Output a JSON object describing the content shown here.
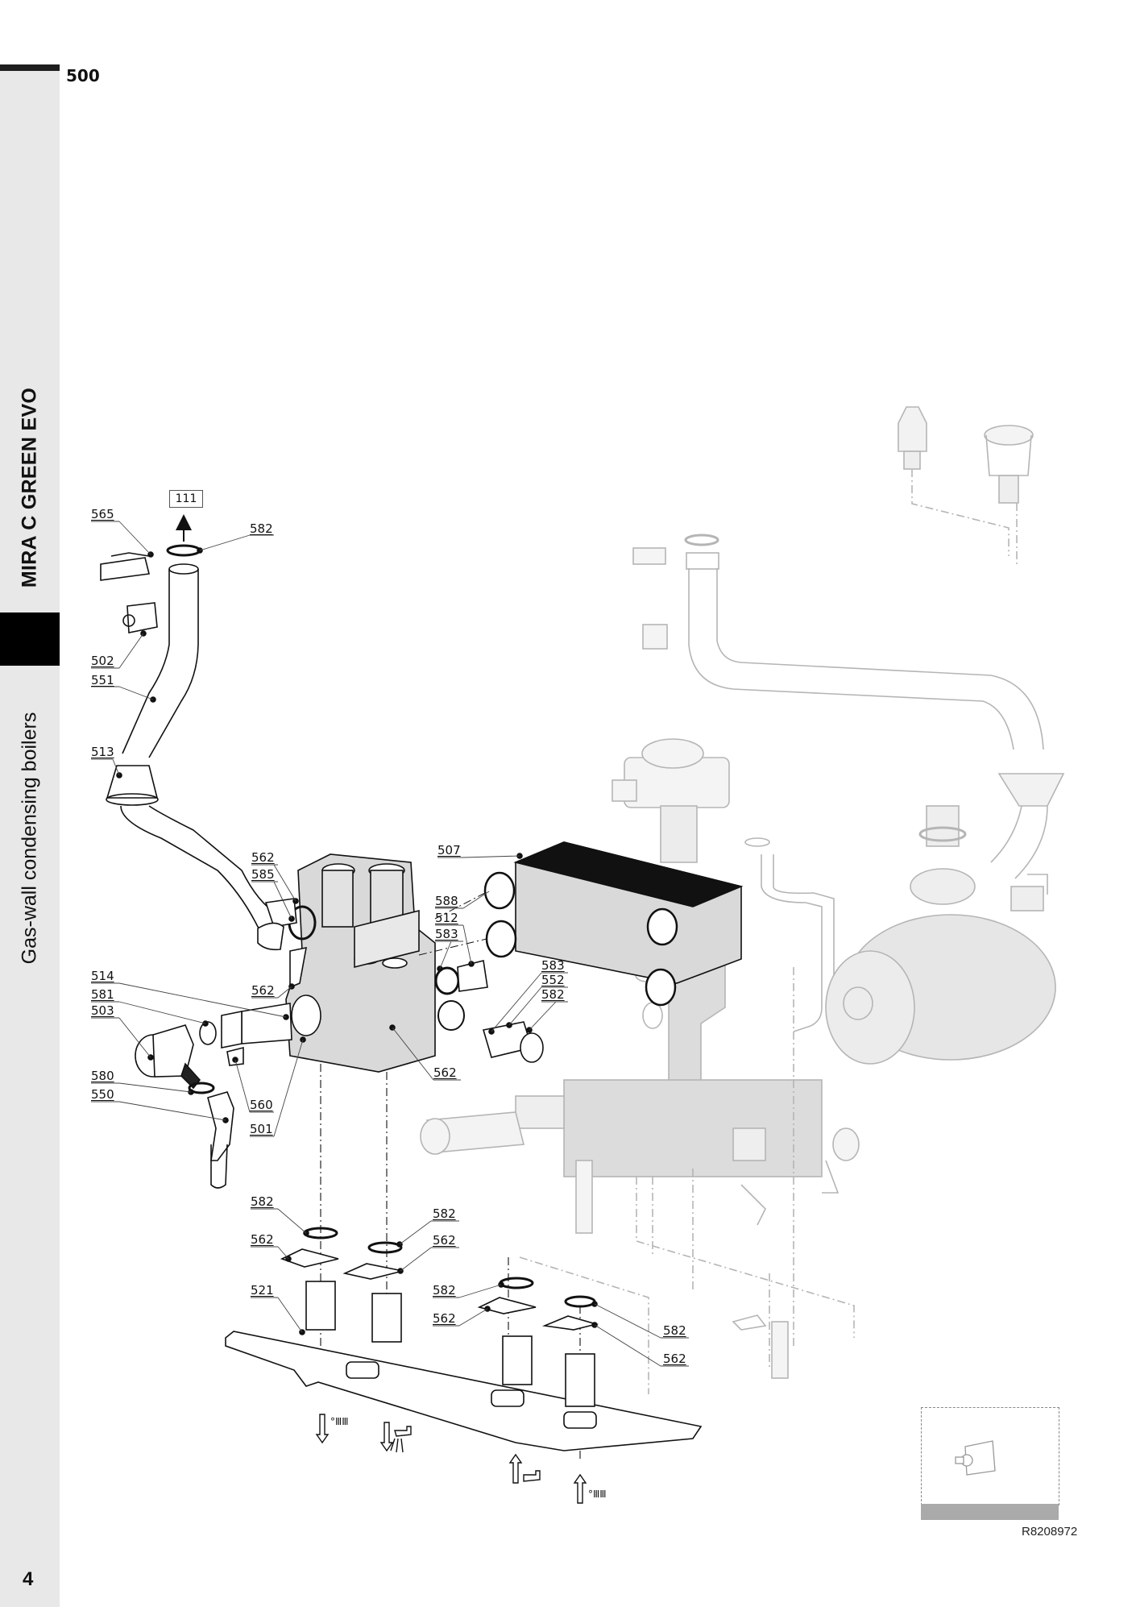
{
  "page": {
    "section_number": "500",
    "side_title": "MIRA C GREEN EVO",
    "side_subtitle": "Gas-wall condensing boilers",
    "page_number": "4",
    "reference_code": "R8208972",
    "ref_box_label": "111"
  },
  "colors": {
    "sidebar": "#e8e8e8",
    "block": "#000000",
    "part_fill": "#d9d9d9",
    "ghost_line": "#b5b5b5",
    "inset_bar": "#aaaaaa"
  },
  "callouts": [
    {
      "id": "c565",
      "text": "565"
    },
    {
      "id": "c582a",
      "text": "582"
    },
    {
      "id": "c502",
      "text": "502"
    },
    {
      "id": "c551",
      "text": "551"
    },
    {
      "id": "c513",
      "text": "513"
    },
    {
      "id": "c507",
      "text": "507"
    },
    {
      "id": "c562a",
      "text": "562"
    },
    {
      "id": "c585",
      "text": "585"
    },
    {
      "id": "c588",
      "text": "588"
    },
    {
      "id": "c512",
      "text": "512"
    },
    {
      "id": "c583a",
      "text": "583"
    },
    {
      "id": "c514",
      "text": "514"
    },
    {
      "id": "c581",
      "text": "581"
    },
    {
      "id": "c562b",
      "text": "562"
    },
    {
      "id": "c583b",
      "text": "583"
    },
    {
      "id": "c552",
      "text": "552"
    },
    {
      "id": "c582b",
      "text": "582"
    },
    {
      "id": "c503",
      "text": "503"
    },
    {
      "id": "c562c",
      "text": "562"
    },
    {
      "id": "c580",
      "text": "580"
    },
    {
      "id": "c550",
      "text": "550"
    },
    {
      "id": "c560",
      "text": "560"
    },
    {
      "id": "c501",
      "text": "501"
    },
    {
      "id": "c582c",
      "text": "582"
    },
    {
      "id": "c582d",
      "text": "582"
    },
    {
      "id": "c562d",
      "text": "562"
    },
    {
      "id": "c562e",
      "text": "562"
    },
    {
      "id": "c521",
      "text": "521"
    },
    {
      "id": "c582e",
      "text": "582"
    },
    {
      "id": "c562f",
      "text": "562"
    },
    {
      "id": "c582f",
      "text": "582"
    },
    {
      "id": "c562g",
      "text": "562"
    }
  ],
  "connection_symbols": [
    {
      "name": "heating-flow-out",
      "icon": "arrow-down-radiator"
    },
    {
      "name": "dhw-out",
      "icon": "arrow-down-shower-tap"
    },
    {
      "name": "cold-water-in",
      "icon": "arrow-up-tap"
    },
    {
      "name": "heating-return-in",
      "icon": "arrow-up-radiator"
    }
  ]
}
